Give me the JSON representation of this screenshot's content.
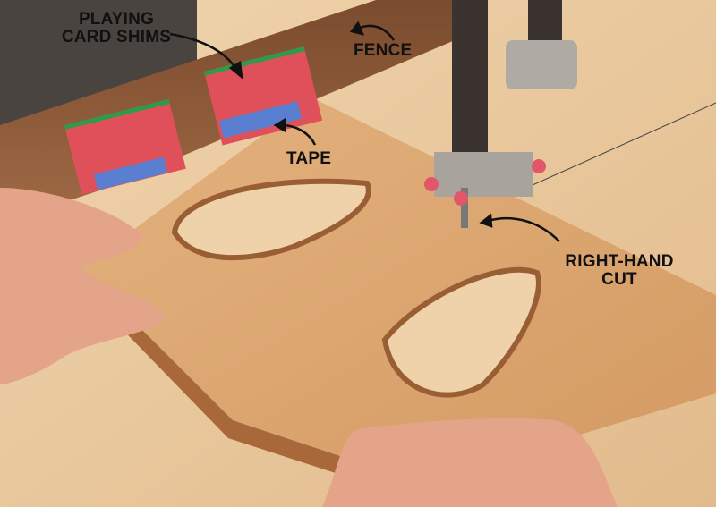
{
  "callouts": {
    "shims_line1": "PLAYING",
    "shims_line2": "CARD SHIMS",
    "fence": "FENCE",
    "tape": "TAPE",
    "cut_line1": "RIGHT-HAND",
    "cut_line2": "CUT"
  },
  "colors": {
    "table": "#e9c79c",
    "fence": "#8a5a3a",
    "workpiece": "#d9a572",
    "card_red": "#e0505a",
    "tape_blue": "#5b7fd0",
    "card_edge_green": "#2f9a4a",
    "saw_dark": "#3a3330"
  }
}
